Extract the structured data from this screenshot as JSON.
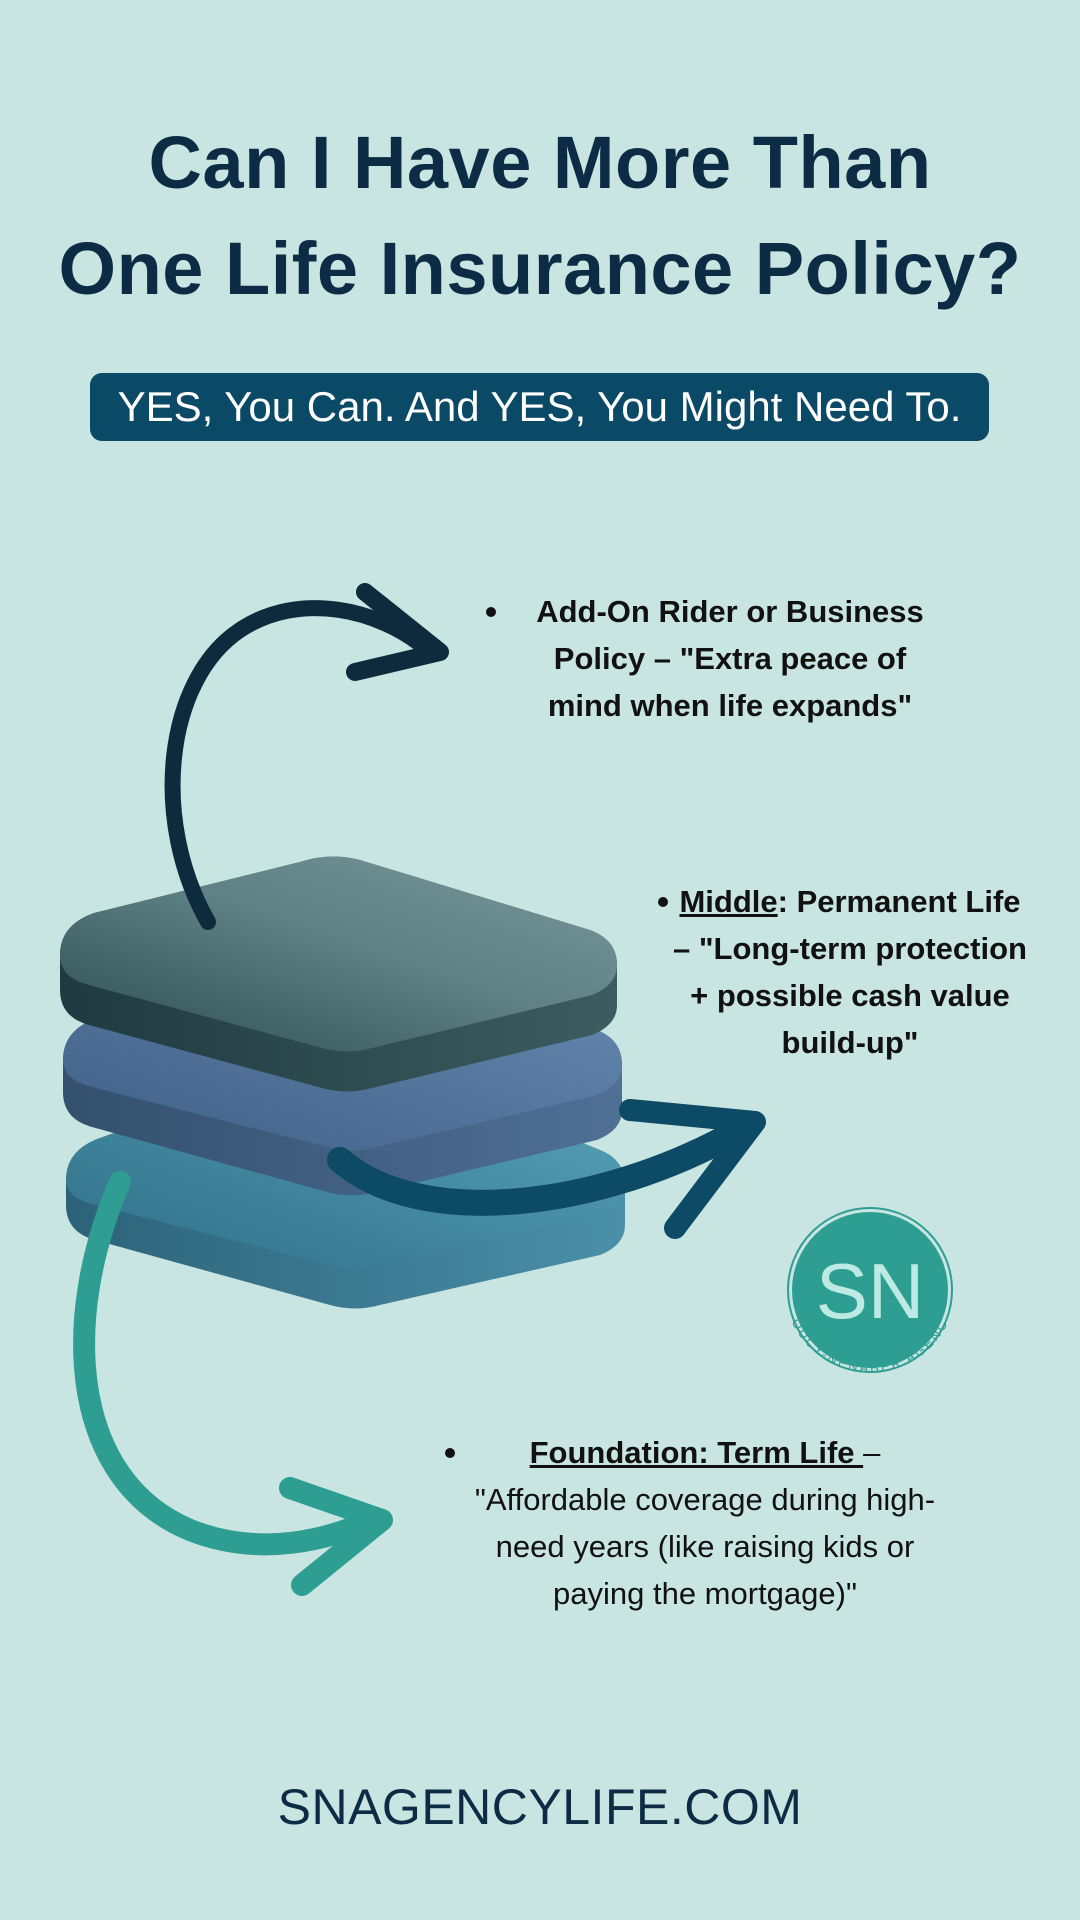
{
  "title": {
    "line1": "Can I Have More Than",
    "line2": "One Life Insurance Policy?"
  },
  "banner": "YES, You Can. And YES, You Might Need To.",
  "bullets": {
    "top": {
      "text": "Add-On Rider or Business Policy – \"Extra peace of mind when life expands\""
    },
    "middle": {
      "label": "Middle",
      "text": ": Permanent Life – \"Long-term protection + possible cash value build-up\""
    },
    "foundation": {
      "label": "Foundation: Term Life ",
      "dash": "– ",
      "text": "\"Affordable coverage during high-need years (like raising kids or paying the mortgage)\""
    }
  },
  "logo": {
    "monogram": "SN",
    "name": "SOUCY-NENABER AGENCY"
  },
  "footer": "SNAGENCYLIFE.COM",
  "colors": {
    "background": "#c8e5e1",
    "navy": "#0c2b44",
    "banner": "#0b4a66",
    "arrow_top": "#0d2b3d",
    "arrow_middle": "#0d4a66",
    "arrow_bottom": "#2e9e92",
    "logo_teal": "#2e9e92"
  },
  "icons": {
    "top_arrow": "curved-arrow-up-right-icon",
    "middle_arrow": "curved-arrow-right-icon",
    "bottom_arrow": "curved-arrow-down-right-icon",
    "stack": "stacked-layers-illustration"
  }
}
